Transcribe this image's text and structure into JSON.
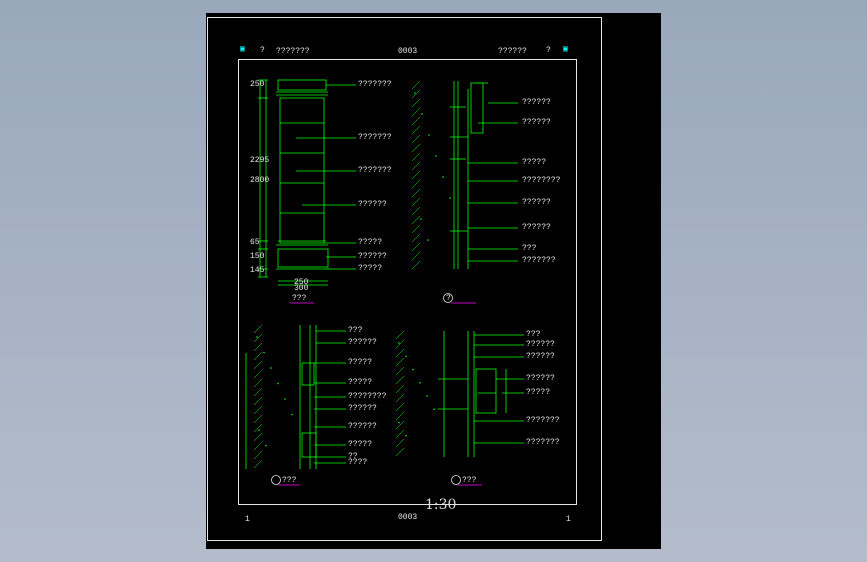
{
  "header": {
    "left_text": "???????",
    "center_code": "0003",
    "right_text": "??????",
    "q_left": "?",
    "q_right": "?"
  },
  "footer": {
    "center_code": "0003",
    "left_num": "1",
    "right_num": "1"
  },
  "scale_label": "1:30",
  "colors": {
    "line": "#00ff00",
    "magenta": "#ff00ff",
    "cyan": "#00ffff",
    "frame": "#e6e6e6",
    "background": "#000000"
  },
  "views": {
    "elevation": {
      "title": "???",
      "labels": [
        "???????",
        "???????",
        "???????",
        "??????",
        "?????",
        "??????",
        "?????"
      ],
      "dims_left": [
        "250",
        "2295",
        "2800",
        "65",
        "150",
        "145"
      ],
      "dims_bottom": [
        "250",
        "300"
      ]
    },
    "section_a_top": {
      "title": "?",
      "labels": [
        "??????",
        "?????",
        "????????",
        "??????",
        "??????",
        "???",
        "???????"
      ]
    },
    "section_a": {
      "title": "???",
      "labels": [
        "???",
        "??????",
        "?????",
        "?????",
        "????????",
        "??????",
        "??????",
        "?????",
        "??",
        "????"
      ]
    },
    "section_c": {
      "title": "???",
      "labels": [
        "???",
        "??????",
        "??????",
        "??????",
        "?????",
        "???????",
        "???????"
      ]
    }
  }
}
